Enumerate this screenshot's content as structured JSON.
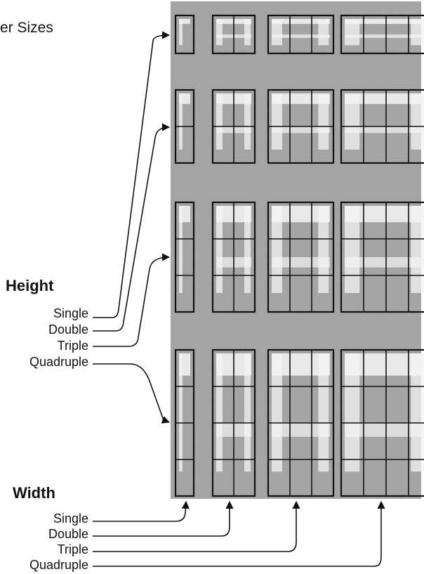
{
  "figure": {
    "title_fragment": "er Sizes"
  },
  "height_legend": {
    "heading": "Height",
    "items": [
      "Single",
      "Double",
      "Triple",
      "Quadruple"
    ]
  },
  "width_legend": {
    "heading": "Width",
    "items": [
      "Single",
      "Double",
      "Triple",
      "Quadruple"
    ]
  },
  "grid": {
    "rows_height_multiplier": [
      1,
      2,
      3,
      4
    ],
    "cols_width_multiplier": [
      1,
      2,
      3,
      4
    ]
  },
  "colors": {
    "background": "#ffffff",
    "screen_noise": "#9a9a9a",
    "frame": "#111111",
    "glyph": "#f4f4f4"
  }
}
